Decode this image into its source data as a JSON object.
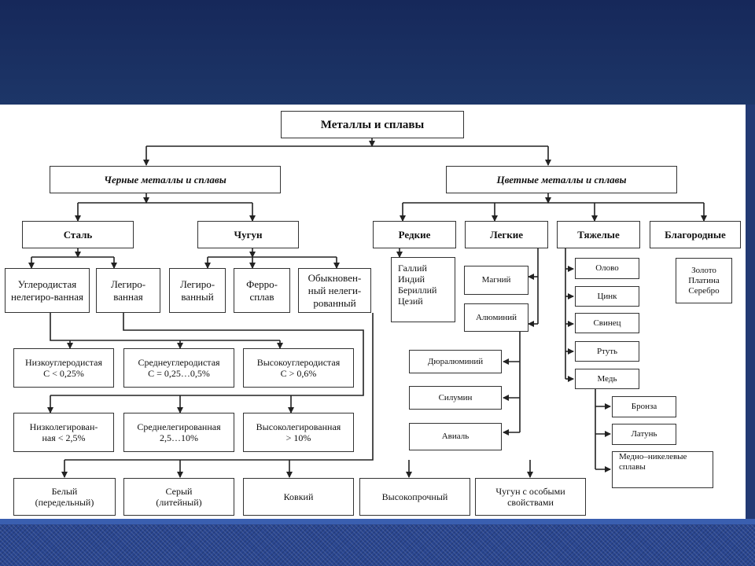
{
  "root": "Металлы и сплавы",
  "ferrous": "Черные металлы и сплавы",
  "nonferrous": "Цветные металлы и сплавы",
  "steel": "Сталь",
  "castiron": "Чугун",
  "rare": "Редкие",
  "light": "Легкие",
  "heavy": "Тяжелые",
  "noble": "Благородные",
  "steel_carbon": "Углеродистая нелегиро-ванная",
  "steel_alloyed": "Легиро-ванная",
  "ci_alloyed": "Легиро-ванный",
  "ci_ferro": "Ферро-сплав",
  "ci_plain": "Обыкновен-ный нелеги-рованный",
  "carbon_low_a": "Низкоуглеродистая",
  "carbon_low_b": "С < 0,25%",
  "carbon_mid_a": "Среднеуглеродистая",
  "carbon_mid_b": "С = 0,25…0,5%",
  "carbon_high_a": "Высокоуглеродистая",
  "carbon_high_b": "С > 0,6%",
  "alloy_low_a": "Низколегирован-",
  "alloy_low_b": "ная < 2,5%",
  "alloy_mid_a": "Среднелегированная",
  "alloy_mid_b": "2,5…10%",
  "alloy_high_a": "Высоколегированная",
  "alloy_high_b": "> 10%",
  "ci_white_a": "Белый",
  "ci_white_b": "(передельный)",
  "ci_grey_a": "Серый",
  "ci_grey_b": "(литейный)",
  "ci_malleable": "Ковкий",
  "ci_highstrength": "Высокопрочный",
  "ci_special_a": "Чугун с особыми",
  "ci_special_b": "свойствами",
  "rare_list": [
    "Галлий",
    "Индий",
    "Бериллий",
    "Цезий"
  ],
  "magnesium": "Магний",
  "aluminium": "Алюминий",
  "duralumin": "Дюралюминий",
  "silumin": "Силумин",
  "avial": "Авиаль",
  "tin": "Олово",
  "zinc": "Цинк",
  "lead": "Свинец",
  "mercury": "Ртуть",
  "copper": "Медь",
  "bronze": "Бронза",
  "brass": "Латунь",
  "cupronickel_a": "Медно–никелевые",
  "cupronickel_b": "сплавы",
  "noble_list": [
    "Золото",
    "Платина",
    "Серебро"
  ]
}
